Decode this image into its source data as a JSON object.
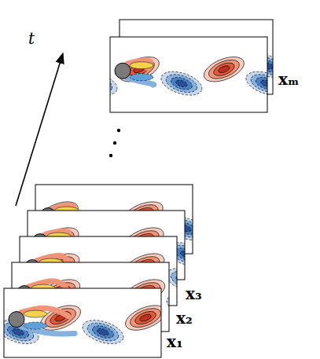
{
  "diagram": {
    "labels": [
      "t",
      "x₁",
      "x₂",
      "x₃",
      "xₘ"
    ]
  }
}
